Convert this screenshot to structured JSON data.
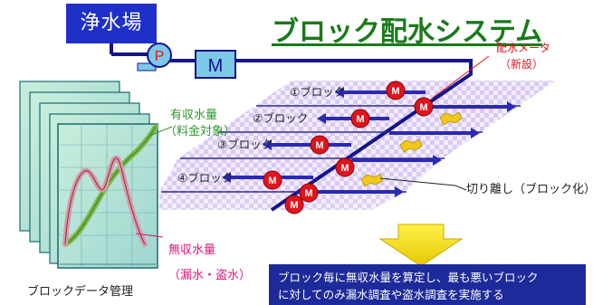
{
  "title": "ブロック配水システム",
  "plant": "浄水場",
  "pump_symbol": "P",
  "meter_symbol": "M",
  "meter_callout": [
    "配水メータ",
    "（新設）"
  ],
  "blocks": [
    "①ブロック",
    "②ブロック",
    "③ブロック",
    "④ブロック"
  ],
  "separation_label": "切り離し（ブロック化）",
  "billed_label": [
    "有収水量",
    "（料金対象）"
  ],
  "nonrevenue_label": "無収水量",
  "leak_label": "（漏水・盗水）",
  "data_label": "ブロックデータ管理",
  "description": [
    "ブロック毎に無収水量を算定し、最も悪いブロック",
    "に対してのみ漏水調査や盗水調査を実施する"
  ],
  "colors": {
    "pipe": "#14148c",
    "meter": "#e0141c",
    "title": "#1a7a1a",
    "label_green": "#2a9a2a",
    "label_magenta": "#e0147a",
    "plane_lavender": "#d9c8f0",
    "arrow_blue": "#2a2ab4",
    "leak_yellow": "#f0c81a",
    "desc_bg": "#1d2a9a"
  }
}
